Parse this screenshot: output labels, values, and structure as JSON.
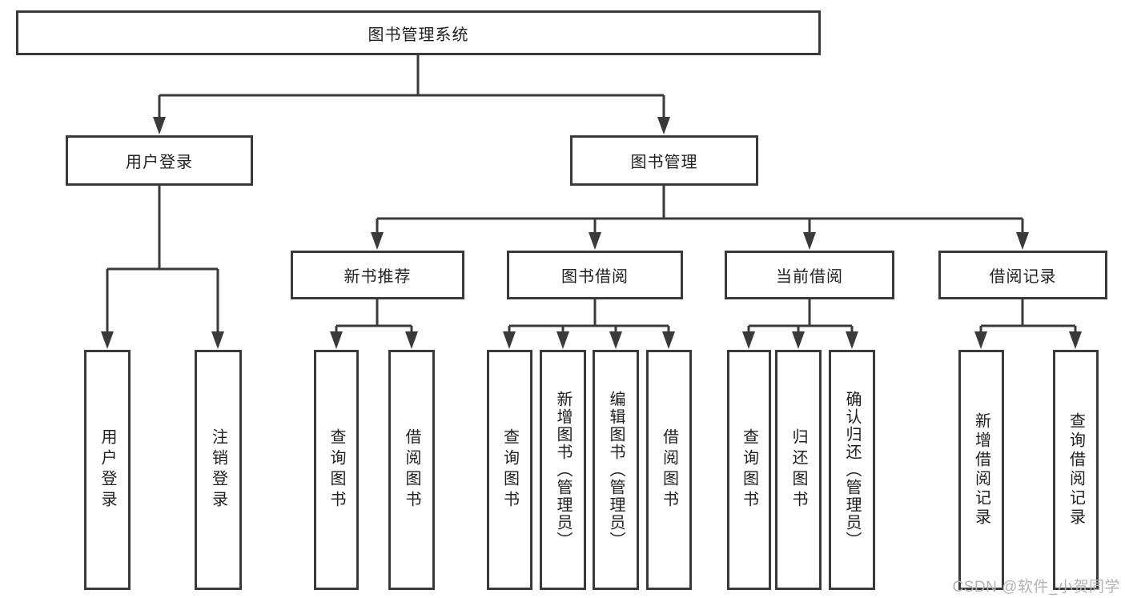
{
  "nodes": {
    "root": "图书管理系统",
    "user_login": "用户登录",
    "book_management": "图书管理",
    "new_book_recommend": "新书推荐",
    "book_borrow": "图书借阅",
    "current_borrow": "当前借阅",
    "borrow_records": "借阅记录",
    "leaf_user_login": "用户登录",
    "leaf_logout_login": "注销登录",
    "leaf_query_book_rec": "查询图书",
    "leaf_borrow_book_rec": "借阅图书",
    "leaf_query_book_borrow": "查询图书",
    "leaf_add_book_admin": "新增图书（管理员）",
    "leaf_edit_book_admin": "编辑图书（管理员）",
    "leaf_borrow_book_borrow": "借阅图书",
    "leaf_query_book_current": "查询图书",
    "leaf_return_book": "归还图书",
    "leaf_confirm_return_admin": "确认归还（管理员）",
    "leaf_add_borrow_record": "新增借阅记录",
    "leaf_query_borrow_record": "查询借阅记录"
  },
  "watermark": "CSDN @软件_小贺同学",
  "colors": {
    "line": "#3a3a3a",
    "border": "#3a3a3a",
    "text": "#1f1f1f",
    "watermark": "#b3b3b3",
    "background": "#ffffff"
  }
}
